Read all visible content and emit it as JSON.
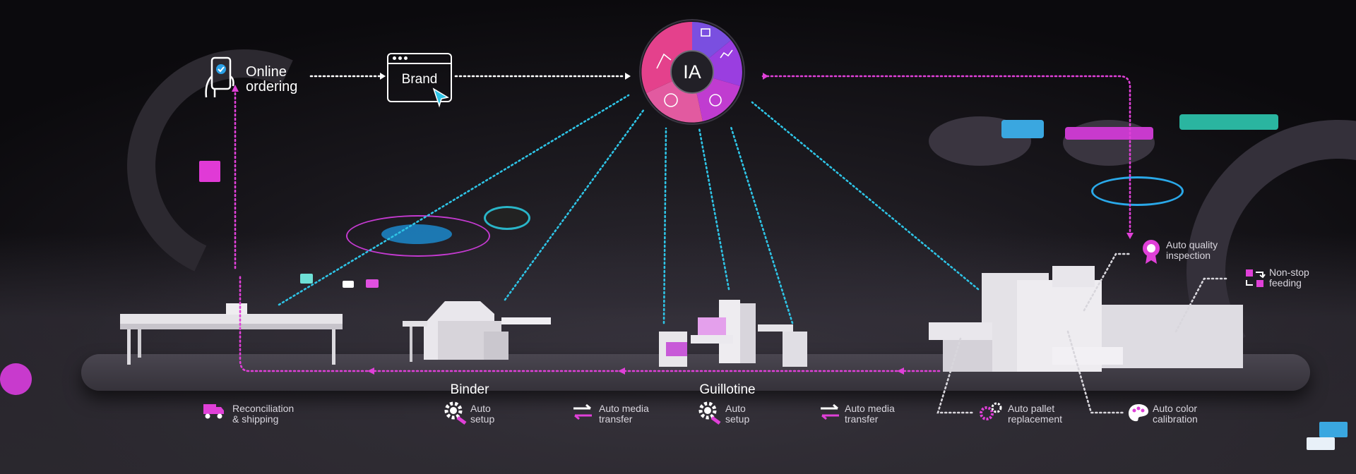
{
  "hub": {
    "label": "IA"
  },
  "ordering": {
    "label_line1": "Online",
    "label_line2": "ordering"
  },
  "brand": {
    "label": "Brand"
  },
  "stages": {
    "binder": "Binder",
    "guillotine": "Guillotine"
  },
  "steps": [
    {
      "line1": "Reconciliation",
      "line2": "& shipping"
    },
    {
      "line1": "Auto",
      "line2": "setup"
    },
    {
      "line1": "Auto media",
      "line2": "transfer"
    },
    {
      "line1": "Auto",
      "line2": "setup"
    },
    {
      "line1": "Auto media",
      "line2": "transfer"
    },
    {
      "line1": "Auto pallet",
      "line2": "replacement"
    },
    {
      "line1": "Auto color",
      "line2": "calibration"
    }
  ],
  "features": [
    {
      "line1": "Auto quality",
      "line2": "inspection"
    },
    {
      "line1": "Non-stop",
      "line2": "feeding"
    }
  ],
  "hub_icons": [
    "workflow-icon",
    "chart-icon",
    "search-icon",
    "cycle-icon",
    "robot-arm-icon"
  ],
  "colors": {
    "magenta": "#e040d8",
    "cyan": "#2ec4e6",
    "purple": "#8b3de0",
    "pink": "#e45aa8",
    "white": "#ffffff"
  }
}
